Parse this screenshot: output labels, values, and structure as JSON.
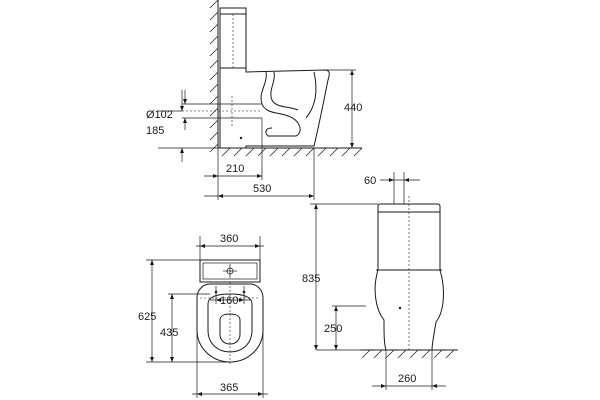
{
  "drawing": {
    "side_view": {
      "dims": {
        "drain_diameter": "Ø102",
        "drain_height": "185",
        "pan_height": "440",
        "outlet_offset": "210",
        "overall_depth": "530"
      }
    },
    "front_view": {
      "dims": {
        "overall_height": "835",
        "inlet_height": "250",
        "cistern_depth": "60",
        "base_width": "260"
      }
    },
    "top_view": {
      "dims": {
        "cistern_width": "360",
        "fixing_centers": "160",
        "overall_length": "625",
        "seat_length": "435",
        "pan_width": "365"
      }
    }
  }
}
